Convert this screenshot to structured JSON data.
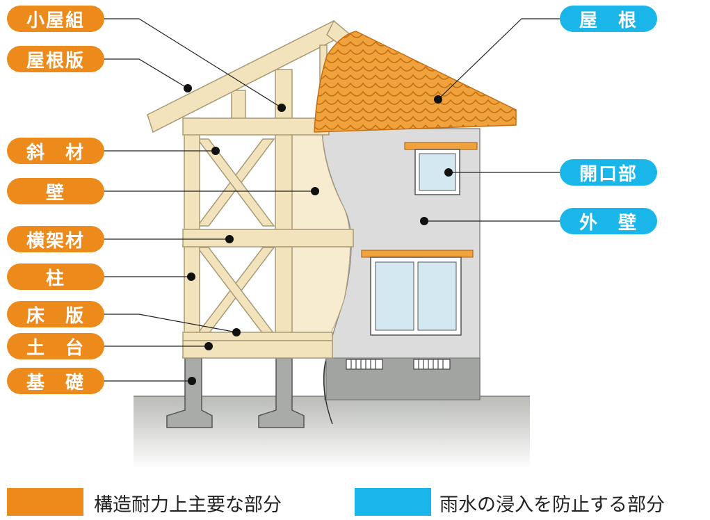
{
  "colors": {
    "structural": "#ed8a1c",
    "waterproof": "#1ab6ea",
    "wood": "#f3e3bd",
    "wood_edge": "#a89a73",
    "roof_tile": "#f0a23c",
    "wall": "#dcdcdc",
    "ground": "#c4c6c2"
  },
  "labels_structural": [
    {
      "id": "koyagumi",
      "text": "小屋組"
    },
    {
      "id": "yanebanban",
      "text": "屋根版"
    },
    {
      "id": "shazai",
      "text": "斜　材"
    },
    {
      "id": "kabe",
      "text": "壁"
    },
    {
      "id": "yokokazai",
      "text": "横架材"
    },
    {
      "id": "hashira",
      "text": "柱"
    },
    {
      "id": "yukaban",
      "text": "床　版"
    },
    {
      "id": "dodai",
      "text": "土　台"
    },
    {
      "id": "kiso",
      "text": "基　礎"
    }
  ],
  "labels_waterproof": [
    {
      "id": "yane",
      "text": "屋　根"
    },
    {
      "id": "kaikoubu",
      "text": "開口部"
    },
    {
      "id": "gaiheki",
      "text": "外　壁"
    }
  ],
  "legend": {
    "structural": "構造耐力上主要な部分",
    "waterproof": "雨水の浸入を防止する部分"
  }
}
